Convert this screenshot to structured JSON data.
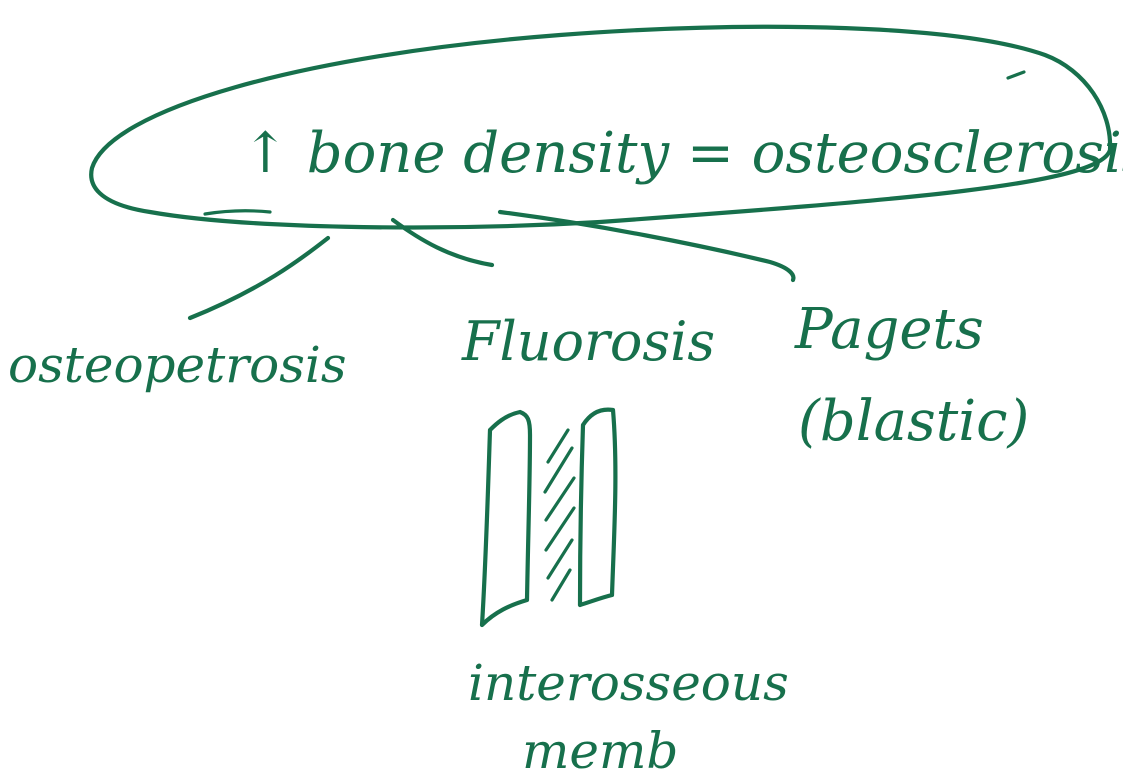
{
  "ink_color": "#17704c",
  "diagram": {
    "central_term": "↑ bone density = osteosclerosis",
    "causes": [
      {
        "id": "osteopetrosis",
        "label": "osteopetrosis"
      },
      {
        "id": "fluorosis",
        "label": "Fluorosis"
      },
      {
        "id": "pagets",
        "label": "Pagets",
        "note": "(blastic)"
      }
    ],
    "sketch": {
      "label_line1": "interosseous",
      "label_line2": "memb"
    }
  }
}
